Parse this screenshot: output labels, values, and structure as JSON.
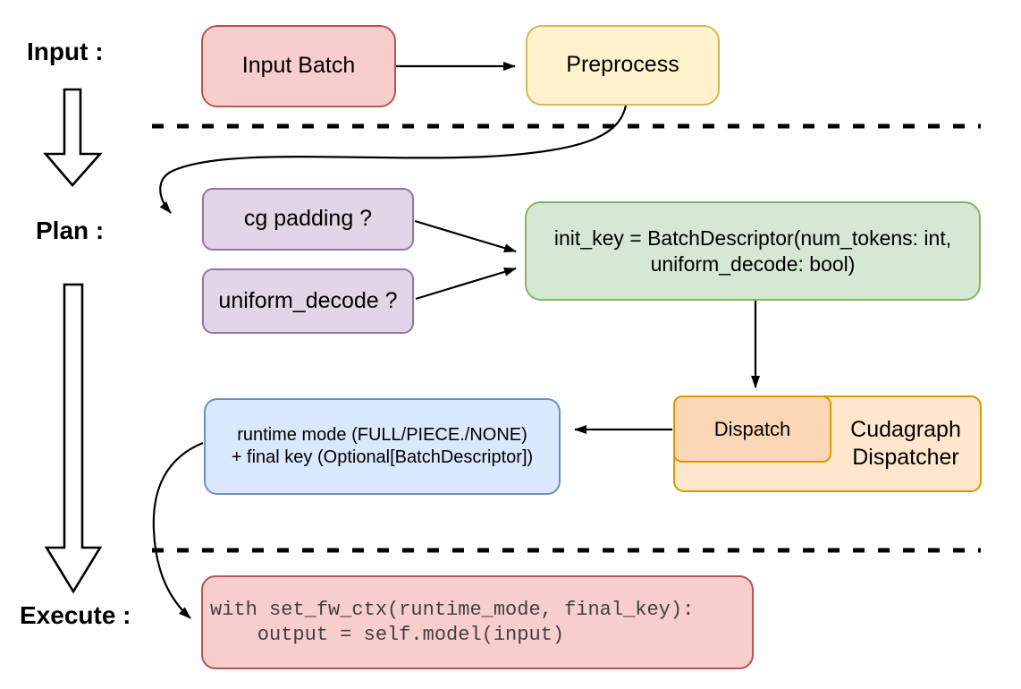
{
  "stage_labels": {
    "input": "Input :",
    "plan": "Plan :",
    "execute": "Execute :"
  },
  "nodes": {
    "input_batch": "Input Batch",
    "preprocess": "Preprocess",
    "cg_padding": "cg padding ?",
    "uniform_decode": "uniform_decode ?",
    "init_key": {
      "line1": "init_key = BatchDescriptor(num_tokens: int,",
      "line2": "uniform_decode: bool)"
    },
    "dispatch": "Dispatch",
    "dispatcher": {
      "line1": "Cudagraph",
      "line2": "Dispatcher"
    },
    "runtime_mode": {
      "line1": "runtime mode (FULL/PIECE./NONE)",
      "line2": "+ final key (Optional[BatchDescriptor])"
    },
    "exec_code": {
      "line1": "with set_fw_ctx(runtime_mode, final_key):",
      "line2": "    output = self.model(input)"
    }
  },
  "colors": {
    "red_fill": "#f8cecc",
    "red_stroke": "#b85450",
    "yellow_fill": "#fff2cc",
    "yellow_stroke": "#d6b656",
    "purple_fill": "#e1d5e7",
    "purple_stroke": "#9673a6",
    "green_fill": "#d5e8d4",
    "green_stroke": "#82b366",
    "orange_fill": "#ffe6cc",
    "orange_inner_fill": "#fbd6b4",
    "orange_stroke": "#d79b00",
    "blue_fill": "#dae8fc",
    "blue_stroke": "#6c8ebf",
    "line_color": "#000000",
    "code_text": "#404040"
  }
}
